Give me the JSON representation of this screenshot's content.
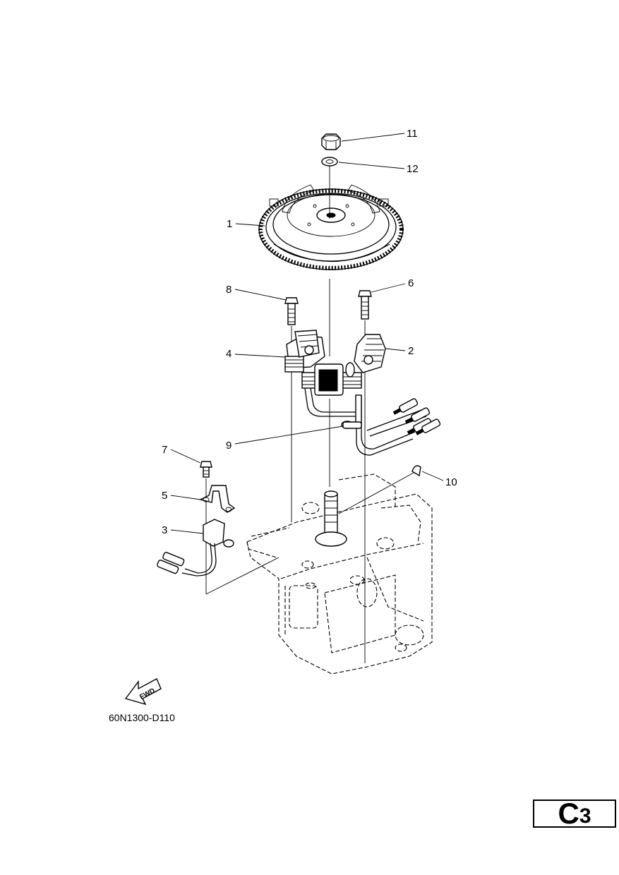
{
  "callouts": {
    "c1": "1",
    "c2": "2",
    "c3": "3",
    "c4": "4",
    "c5": "5",
    "c6": "6",
    "c7": "7",
    "c8": "8",
    "c9": "9",
    "c10": "10",
    "c11": "11",
    "c12": "12"
  },
  "figure_code": "60N1300-D110",
  "fwd_label": "FWD",
  "page_badge": {
    "letter": "C",
    "number": "3"
  }
}
